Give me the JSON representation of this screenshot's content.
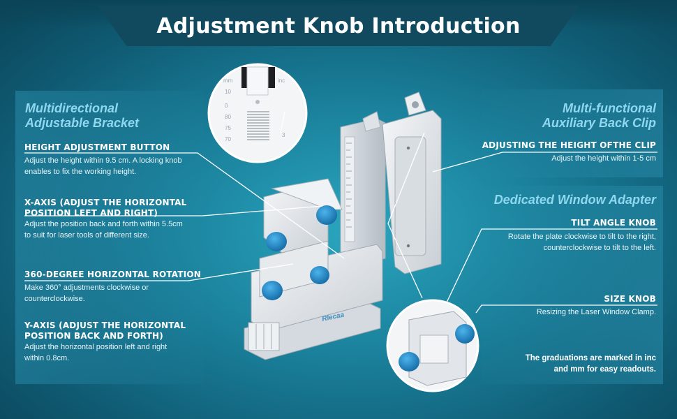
{
  "title": "Adjustment Knob Introduction",
  "left": {
    "section_title_line1": "Multidirectional",
    "section_title_line2": "Adjustable Bracket",
    "items": [
      {
        "label_line1": "HEIGHT ADJUSTMENT BUTTON",
        "label_line2": "",
        "desc_line1": "Adjust the height within 9.5 cm. A locking knob",
        "desc_line2": "enables to fix the working height."
      },
      {
        "label_line1": "X-AXIS (ADJUST THE HORIZONTAL",
        "label_line2": "POSITION LEFT AND RIGHT)",
        "desc_line1": "Adjust the position back and forth within 5.5cm",
        "desc_line2": "to suit for laser tools of different size."
      },
      {
        "label_line1": "360-DEGREE HORIZONTAL ROTATION",
        "label_line2": "",
        "desc_line1": "Make 360° adjustments clockwise or",
        "desc_line2": "counterclockwise."
      },
      {
        "label_line1": "Y-AXIS (ADJUST THE HORIZONTAL",
        "label_line2": "POSITION BACK AND FORTH)",
        "desc_line1": "Adjust the horizontal position left and right",
        "desc_line2": "within 0.8cm."
      }
    ]
  },
  "right_top": {
    "section_title_line1": "Multi-functional",
    "section_title_line2": "Auxiliary Back Clip",
    "label": "ADJUSTING THE HEIGHT OFTHE CLIP",
    "desc": "Adjust the height within 1-5 cm"
  },
  "right_bottom": {
    "section_title": "Dedicated Window Adapter",
    "tilt_label": "TILT ANGLE KNOB",
    "tilt_desc_line1": "Rotate the plate clockwise to tilt to the right,",
    "tilt_desc_line2": "counterclockwise to tilt to the left.",
    "size_label": "SIZE KNOB",
    "size_desc": "Resizing the Laser Window Clamp.",
    "note_line1": "The graduations are marked in inc",
    "note_line2": "and mm for easy readouts."
  },
  "ruler": {
    "unit_left": "mm",
    "unit_right": "inc",
    "ticks": [
      "10",
      "0",
      "80",
      "75",
      "70"
    ],
    "right_tick": "3"
  },
  "brand": "Rlecaa",
  "colors": {
    "background": "#1a7f9a",
    "title_bar": "#114a5e",
    "section_title": "#8fd8f0",
    "knob": "#1f7fc0",
    "bracket": "#e9ecef"
  }
}
